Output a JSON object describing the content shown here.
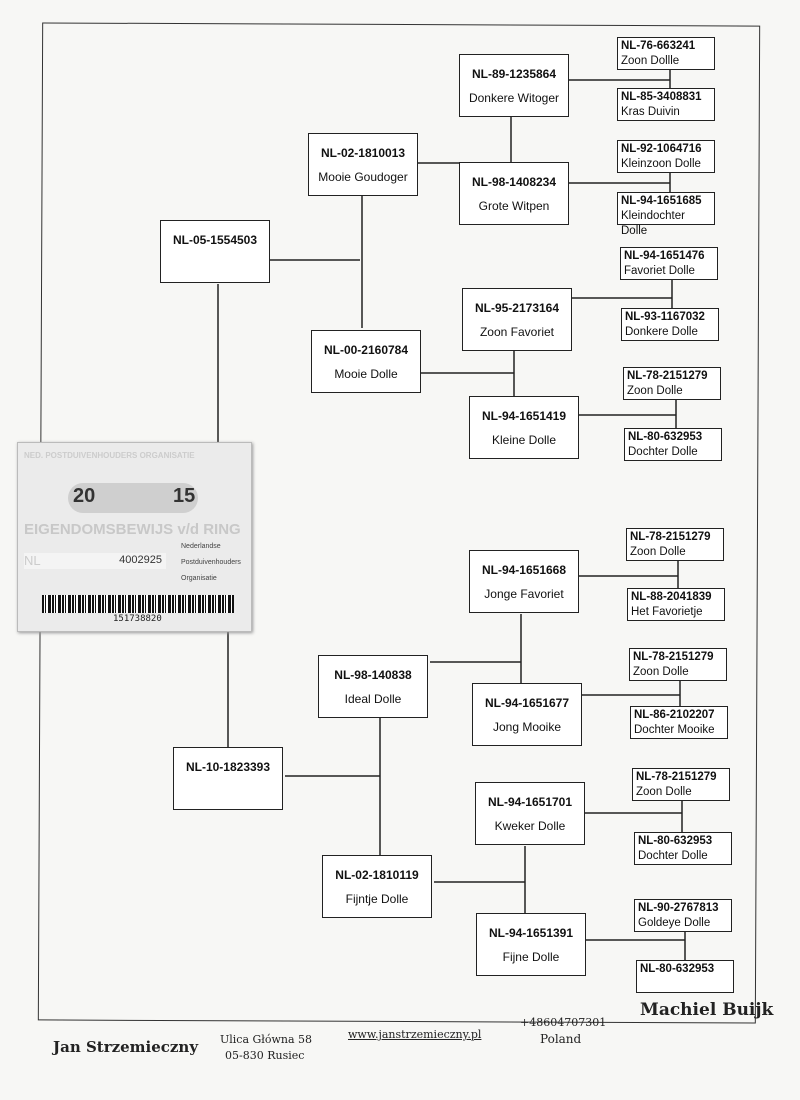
{
  "pedigree": {
    "gen1": [
      {
        "ring": "NL-05-1554503",
        "name": ""
      },
      {
        "ring": "NL-10-1823393",
        "name": ""
      }
    ],
    "gen2": [
      {
        "ring": "NL-02-1810013",
        "name": "Mooie Goudoger"
      },
      {
        "ring": "NL-00-2160784",
        "name": "Mooie Dolle"
      },
      {
        "ring": "NL-98-140838",
        "name": "Ideal Dolle"
      },
      {
        "ring": "NL-02-1810119",
        "name": "Fijntje Dolle"
      }
    ],
    "gen3": [
      {
        "ring": "NL-89-1235864",
        "name": "Donkere Witoger"
      },
      {
        "ring": "NL-98-1408234",
        "name": "Grote Witpen"
      },
      {
        "ring": "NL-95-2173164",
        "name": "Zoon Favoriet"
      },
      {
        "ring": "NL-94-1651419",
        "name": "Kleine Dolle"
      },
      {
        "ring": "NL-94-1651668",
        "name": "Jonge Favoriet"
      },
      {
        "ring": "NL-94-1651677",
        "name": "Jong Mooike"
      },
      {
        "ring": "NL-94-1651701",
        "name": "Kweker Dolle"
      },
      {
        "ring": "NL-94-1651391",
        "name": "Fijne Dolle"
      }
    ],
    "gen4": [
      {
        "ring": "NL-76-663241",
        "name": "Zoon Dollle"
      },
      {
        "ring": "NL-85-3408831",
        "name": "Kras Duivin"
      },
      {
        "ring": "NL-92-1064716",
        "name": "Kleinzoon Dolle"
      },
      {
        "ring": "NL-94-1651685",
        "name": "Kleindochter Dolle"
      },
      {
        "ring": "NL-94-1651476",
        "name": "Favoriet Dolle"
      },
      {
        "ring": "NL-93-1167032",
        "name": "Donkere Dolle"
      },
      {
        "ring": "NL-78-2151279",
        "name": "Zoon Dolle"
      },
      {
        "ring": "NL-80-632953",
        "name": "Dochter Dolle"
      },
      {
        "ring": "NL-78-2151279",
        "name": "Zoon Dolle"
      },
      {
        "ring": "NL-88-2041839",
        "name": "Het Favorietje"
      },
      {
        "ring": "NL-78-2151279",
        "name": "Zoon Dolle"
      },
      {
        "ring": "NL-86-2102207",
        "name": "Dochter Mooike"
      },
      {
        "ring": "NL-78-2151279",
        "name": "Zoon Dolle"
      },
      {
        "ring": "NL-80-632953",
        "name": "Dochter Dolle"
      },
      {
        "ring": "NL-90-2767813",
        "name": "Goldeye Dolle"
      },
      {
        "ring": "NL-80-632953",
        "name": ""
      }
    ]
  },
  "card": {
    "org": "NED. POSTDUIVENHOUDERS ORGANISATIE",
    "year_left": "20",
    "year_right": "15",
    "title": "EIGENDOMSBEWIJS v/d RING",
    "country": "NL",
    "ring_number": "4002925",
    "npo": [
      "Nederlandse",
      "Postduivenhouders",
      "Organisatie"
    ],
    "barcode": "151738820"
  },
  "signature": "Machiel Buijk",
  "footer": {
    "name": "Jan Strzemieczny",
    "address1": "Ulica Główna 58",
    "address2": "05-830 Rusiec",
    "website": "www.janstrzemieczny.pl",
    "phone": "+48604707301",
    "country": "Poland"
  }
}
